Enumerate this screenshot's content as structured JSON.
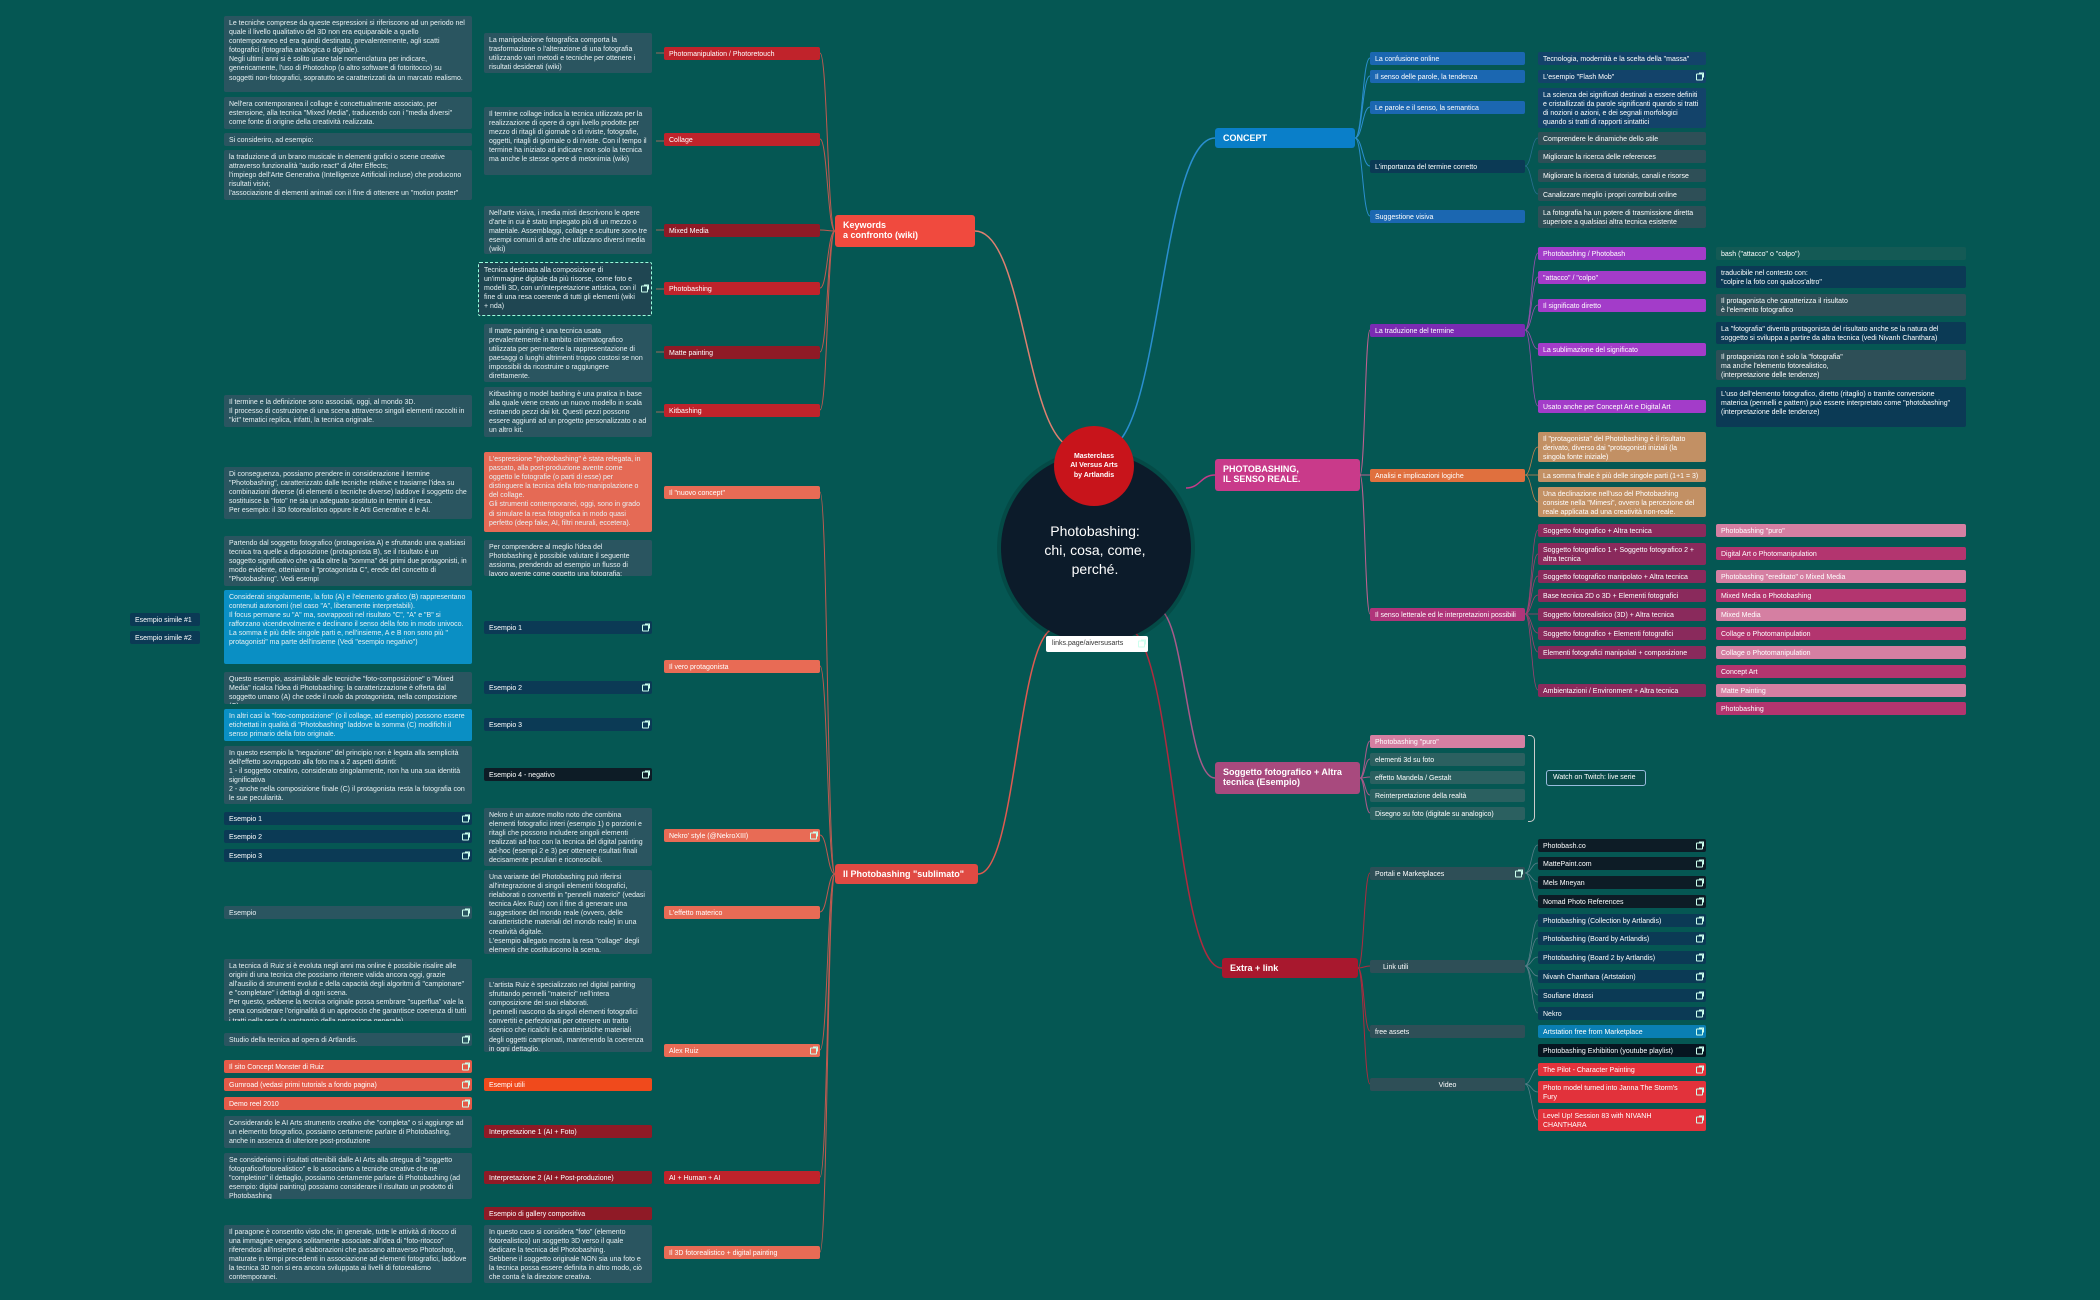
{
  "center": {
    "title": "Photobashing:\nchi, cosa, come,\nperché.",
    "badge": "Masterclass\nAI Versus Arts\nby Artlandis",
    "link_button": "links.page/aiversusarts"
  },
  "branches": {
    "keywords": "Keywords\na confronto (wiki)",
    "concept": "CONCEPT",
    "photobashing": "PHOTOBASHING,\nIL SENSO REALE.",
    "soggetto": "Soggetto fotografico + Altra\ntecnica (Esempio)",
    "sublimato": "Il Photobashing \"sublimato\"",
    "extra": "Extra + link"
  },
  "keywords": {
    "photomanipulation": {
      "label": "Photomanipulation / Photoretouch",
      "desc": "La manipolazione fotografica comporta la trasformazione o l'alterazione di una fotografia utilizzando vari metodi e tecniche per ottenere i risultati desiderati (wiki)",
      "note": "Le tecniche comprese da queste espressioni si riferiscono ad un periodo nel quale il livello qualitativo del 3D non era equiparabile a quello contemporaneo ed era quindi destinato, prevalentemente, agli scatti fotografici (fotografia analogica o digitale).\nNegli ultimi anni si è solito usare tale nomenclatura per indicare, genericamente, l'uso di Photoshop (o altro software di fotoritocco) su soggetti non-fotografici, sopratutto se caratterizzati da un marcato realismo."
    },
    "collage": {
      "label": "Collage",
      "desc": "Il termine collage indica la tecnica utilizzata per la realizzazione di opere di ogni livello prodotte per mezzo di ritagli di giornale o di riviste, fotografie, oggetti, ritagli di giornale o di riviste. Con il tempo il termine ha iniziato ad indicare non solo la tecnica ma anche le stesse opere di metonimia (wiki)",
      "note1": "Nell'era contemporanea il collage è concettualmente associato, per estensione, alla tecnica \"Mixed Media\", traducendo con i \"media diversi\" come fonte di origine della creatività realizzata.",
      "note2": "Si consideriro, ad esempio:",
      "note3": "la traduzione di un brano musicale in elementi grafici o scene creative attraverso funzionalità \"audio react\" di After Effects;\nl'impiego dell'Arte Generativa (Intelligenze Artificiali incluse) che producono risultati visivi;\nl'associazione di elementi animati con il fine di ottenere un \"motion poster\""
    },
    "mixed": {
      "label": "Mixed Media",
      "desc": "Nell'arte visiva, i media misti descrivono le opere d'arte in cui è stato impiegato più di un mezzo o materiale. Assemblaggi, collage e sculture sono tre esempi comuni di arte che utilizzano diversi media (wiki)"
    },
    "photobashing": {
      "label": "Photobashing",
      "desc": "Tecnica destinata alla composizione di un'immagine digitale da più risorse, come foto e modelli 3D, con un'interpretazione artistica, con il fine di una resa coerente di tutti gli elementi (wiki + nda)"
    },
    "matte": {
      "label": "Matte painting",
      "desc": "Il matte painting è una tecnica usata prevalentemente in ambito cinematografico utilizzata per permettere la rappresentazione di paesaggi o luoghi altrimenti troppo costosi se non impossibili da ricostruire o raggiungere direttamente."
    },
    "kitbashing": {
      "label": "Kitbashing",
      "desc": "Kitbashing o model bashing è una pratica in base alla quale viene creato un nuovo modello in scala estraendo pezzi dai kit. Questi pezzi possono essere aggiunti ad un progetto personalizzato o ad un altro kit.",
      "note": "Il termine e la definizione sono associati, oggi, al mondo 3D.\nIl processo di costruzione di una scena attraverso singoli elementi raccolti in \"kit\" tematici replica, infatti, la tecnica originale."
    }
  },
  "sublimato": {
    "nuovo": {
      "label": "Il \"nuovo concept\"",
      "desc": "L'espressione \"photobashing\" è stata relegata, in passato, alla post-produzione avente come oggetto le fotografie (o parti di esse) per distinguere la tecnica della foto-manipolazione o del collage.\nGli strumenti contemporanei, oggi, sono in grado di simulare la resa fotografica in modo quasi perfetto (deep fake, AI, filtri neurali, eccetera).",
      "note": "Di conseguenza, possiamo prendere in considerazione il termine \"Photobashing\", caratterizzato dalle tecniche relative e trasiarne l'idea su combinazioni diverse (di elementi o tecniche diverse) laddove il soggetto che sostituisce la \"foto\" ne sia un adeguato sostituto in termini di resa.\nPer esempio: il 3D fotorealistico oppure le Arti Generative e le AI."
    },
    "vero": {
      "label": "Il vero protagonista",
      "desc": "Per comprendere al meglio l'idea del Photobashing è possibile valutare il seguente assioma, prendendo ad esempio un flusso di lavoro avente come oggetto una fotografia:",
      "note": "Partendo dal soggetto fotografico (protagonista A) e sfruttando una qualsiasi tecnica tra quelle a disposizione (protagonista B), se il risultato è un soggetto significativo che vada oltre la \"somma\" dei primi due protagonisti, in modo evidente, otteniamo il \"protagonista C\", erede del concetto di \"Photobashing\". Vedi esempi",
      "es1": "Esempio 1",
      "es1_note": "Considerati singolarmente, la foto (A) e l'elemento grafico (B) rappresentano contenuti autonomi (nel caso \"A\", liberamente interpretabili).\nIl focus permane su \"A\" ma, sovrapposti nel risultato \"C\", \"A\" e \"B\" si rafforzano vicendevolmente e declinano il senso della foto in modo univoco.\nLa somma è più delle singole parti e, nell'insieme, A e B non sono più \" protagonisti\" ma parte dell'insieme (Vedi \"esempio negativo\")",
      "simile1": "Esempio simile #1",
      "simile2": "Esempio simile #2",
      "es2": "Esempio 2",
      "es2_note": "Questo esempio, assimilabile alle tecniche \"foto-composizione\" o \"Mixed Media\" ricalca l'idea di Photobashing: la caratterizzazione è offerta dal soggetto umano (A) che cede il ruolo da protagonista, nella composizione (C).",
      "es3": "Esempio 3",
      "es3_note": "In altri casi la \"foto-composizione\" (o il collage, ad esempio) possono essere etichettati in qualità di \"Photobashing\" laddove la somma (C) modifichi il senso primario della foto originale.",
      "es4": "Esempio 4 - negativo",
      "es4_note": "In questo esempio la \"negazione\" del principio non è legata alla semplicità dell'effetto sovrapposto alla foto ma a 2 aspetti distinti:\n1 - il soggetto creativo, considerato singolarmente, non ha una sua identità significativa\n2 - anche nella composizione finale (C) il protagonista resta la fotografia con le sue peculiarità."
    },
    "nekro": {
      "label": "Nekro' style (@NekroXIII)",
      "desc": "Nekro è un autore molto noto che combina elementi fotografici interi (esempio 1) o porzioni e ritagli che possono includere singoli elementi realizzati ad-hoc con la tecnica del digital painting ad-hoc (esempi 2 e 3) per ottenere risultati finali decisamente peculiari e riconoscibili.",
      "es1": "Esempio 1",
      "es2": "Esempio 2",
      "es3": "Esempio 3"
    },
    "materico": {
      "label": "L'effetto materico",
      "desc": "Una variante del Photobashing può riferirsi all'integrazione di singoli elementi fotografici, rielaborati o convertiti in \"pennelli materici\" (vedasi tecnica Alex Ruiz) con il fine di generare una suggestione del mondo reale (ovvero, delle caratteristiche materiali del mondo reale) in una creatività digitale.\nL'esempio allegato mostra la resa \"collage\" degli elementi che costituiscono la scena.",
      "es": "Esempio"
    },
    "ruiz": {
      "label": "Alex Ruiz",
      "desc": "L'artista Ruiz è specializzato nel digital painting sfruttando pennelli \"materici\" nell'intera composizione dei suoi elaborati.\nI pennelli nascono da singoli elementi fotografici convertiti e perfezionati per ottenere un tratto scenico che ricalchi le caratteristiche materiali degli oggetti campionati, mantenendo la coerenza in ogni dettaglio.",
      "note": "La tecnica di Ruiz si è evoluta negli anni ma online è possibile risalire alle origini di una tecnica che possiamo ritenere valida ancora oggi, grazie all'ausilio di strumenti evoluti e della capacità degli algoritmi di \"campionare\" e \"completare\" i dettagli di ogni scena.\nPer questo, sebbene la tecnica originale possa sembrare \"superflua\" vale la pena considerare l'originalità di un approccio che garantisce coerenza di tutti i tratti nella resa (a vantaggio della percezione generale).",
      "studio": "Studio della tecnica ad opera di Artlandis.",
      "utili": "Esempi utili",
      "sito": "Il sito Concept Monster di Ruiz",
      "gumroad": "Gumroad (vedasi primi tutorials a fondo pagina)",
      "demo": "Demo reel 2010"
    },
    "ai": {
      "label": "AI + Human + AI",
      "int1": "Interpretazione 1 (AI + Foto)",
      "int1_note": "Considerando le AI Arts strumento creativo che \"completa\" o si aggiunge ad un elemento fotografico, possiamo certamente parlare di Photobashing, anche in assenza di ulteriore post-produzione",
      "int2": "Interpretazione 2 (AI + Post-produzione)",
      "int2_note": "Se consideriamo i risultati ottenibili dalle AI Arts alla stregua di \"soggetto fotografico/fotorealistico\" e lo associamo a tecniche creative che ne \"completino\" il dettaglio, possiamo certamente parlare di Photobashing (ad esempio: digital painting) possiamo considerare il risultato un prodotto di Photobashing",
      "gallery": "Esempio di gallery compositiva"
    },
    "fotoreal": {
      "label": "Il 3D fotorealistico + digital painting",
      "desc": "In questo caso si considera \"foto\" (elemento fotorealistico) un soggetto 3D verso il quale dedicare la tecnica del Photobashing.\nSebbene il soggetto originale NON sia una foto e la tecnica possa essere definita in altro modo, ciò che conta è la direzione creativa.",
      "note": "Il paragone è consentito visto che, in generale, tutte le attività di ritocco di una immagine vengono solitamente associate all'idea di \"foto-ritocco\" riferendosi all'insieme di elaborazioni che passano attraverso Photoshop, maturate in tempi precedenti in associazione ad elementi fotografici, laddove la tecnica 3D non si era ancora sviluppata ai livelli di fotorealismo contemporanei."
    }
  },
  "concept": {
    "confusione": "La confusione online",
    "confusione_val": "Tecnologia, modernità e la scelta della \"massa\"",
    "senso": "Il senso delle parole, la tendenza",
    "senso_val": "L'esempio \"Flash Mob\"",
    "semantica": "Le parole e il senso, la semantica",
    "semantica_val": "La scienza dei significati destinati a essere definiti e cristallizzati da parole significanti quando si tratti di nozioni o azioni, e dei segnali morfologici quando si tratti di rapporti sintattici",
    "importanza": "L'importanza del termine corretto",
    "imp_items": [
      "Comprendere le dinamiche dello stile",
      "Migliorare la ricerca delle references",
      "Migliorare la ricerca di tutorials, canali e risorse",
      "Canalizzare meglio i propri contributi online"
    ],
    "suggestione": "Suggestione visiva",
    "suggestione_val": "La fotografia ha un potere di trasmissione diretta superiore a qualsiasi altra tecnica esistente"
  },
  "reale": {
    "traduzione": "La traduzione del termine",
    "trad_items": [
      {
        "k": "Photobashing / Photobash",
        "v": "bash (\"attacco\" o \"colpo\")"
      },
      {
        "k": "\"attacco\" / \"colpo\"",
        "v": "traducibile nel contesto con:\n\"colpire la foto con qualcos'altro\""
      },
      {
        "k": "Il significato diretto",
        "v": "Il protagonista che caratterizza il risultato\nè l'elemento fotografico"
      },
      {
        "k": "La sublimazione del significato",
        "v": "La \"fotografia\" diventa protagonista del risultato anche se la natura del soggetto si sviluppa a partire da altra tecnica (vedi Nivanh Chanthara)",
        "v2": "Il protagonista non è solo la \"fotografia\"\nma anche l'elemento fotorealistico,\n(interpretazione delle tendenze)"
      },
      {
        "k": "Usato anche per Concept Art e Digital Art",
        "v": "L'uso dell'elemento fotografico, diretto (ritaglio) o tramite conversione materica (pennelli e pattern) può essere interpretato come \"photobashing\" (interpretazione delle tendenze)"
      }
    ],
    "analisi": "Analisi e implicazioni logiche",
    "analisi_items": [
      "Il \"protagonista\" del Photobashing è il risultato derivato, diverso dai \"protagonisti iniziali (la singola fonte iniziale)",
      "La somma finale è più delle singole parti (1+1 = 3)",
      "Una declinazione nell'uso del Photobashing consiste nella \"Mimesi\", ovvero la percezione del reale applicata ad una creatività non-reale."
    ],
    "letterale": "Il senso letterale ed le interpretazioni possibili",
    "lett_items": [
      {
        "k": "Soggetto fotografico + Altra tecnica",
        "v": "Photobashing \"puro\""
      },
      {
        "k": "Soggetto fotografico 1 + Soggetto fotografico 2 + altra tecnica",
        "v": "Digital Art o Photomanipulation"
      },
      {
        "k": "Soggetto fotografico manipolato + Altra tecnica",
        "v": "Photobashing \"ereditato\" o Mixed Media"
      },
      {
        "k": "Base tecnica 2D o 3D + Elementi fotografici",
        "v": "Mixed Media o Photobashing"
      },
      {
        "k": "Soggetto fotorealistico (3D) + Altra tecnica",
        "v": "Mixed Media"
      },
      {
        "k": "Soggetto fotografico + Elementi fotografici",
        "v": "Collage o Photomanipulation"
      },
      {
        "k": "Elementi fotografici manipolati + composizione",
        "v": "Collage o Photomanipulation"
      }
    ],
    "ambient": "Ambientazioni / Environment  + Altra tecnica",
    "ambient_vals": [
      "Concept Art",
      "Matte Painting",
      "Photobashing"
    ]
  },
  "soggetto": {
    "items": [
      "Photobashing \"puro\"",
      "elementi 3d su foto",
      "effetto Mandela / Gestalt",
      "Reinterpretazione della realtà",
      "Disegno su foto (digitale su analogico)"
    ],
    "twitch": "Watch on Twitch: live serie"
  },
  "extra": {
    "portali": "Portali e Marketplaces",
    "portali_items": [
      "Photobash.co",
      "MattePaint.com",
      "Mels Mneyan",
      "Nomad Photo References"
    ],
    "utili": "Link utili",
    "utili_items": [
      "Photobashing (Collection by Artlandis)",
      "Photobashing (Board by Artlandis)",
      "Photobashing (Board 2 by Artlandis)",
      "Nivanh Chanthara (Artstation)",
      "Soufiane Idrassi",
      "Nekro"
    ],
    "free": "free assets",
    "free_items": [
      "Artstation free from Marketplace",
      "Photobashing Exhibition (youtube playlist)"
    ],
    "video": "Video",
    "video_items": [
      "The Pilot - Character Painting",
      "Photo model turned into Janna The Storm's Fury",
      "Level Up! Session 83 with NIVANH CHANTHARA"
    ]
  },
  "colors": {
    "background": "#055753",
    "keywords": "#f04a3e",
    "concept": "#0a7fc9",
    "photobashing": "#c93a8a",
    "soggetto": "#a84a7e",
    "sublimato": "#e04a43",
    "extra": "#a8182e"
  }
}
